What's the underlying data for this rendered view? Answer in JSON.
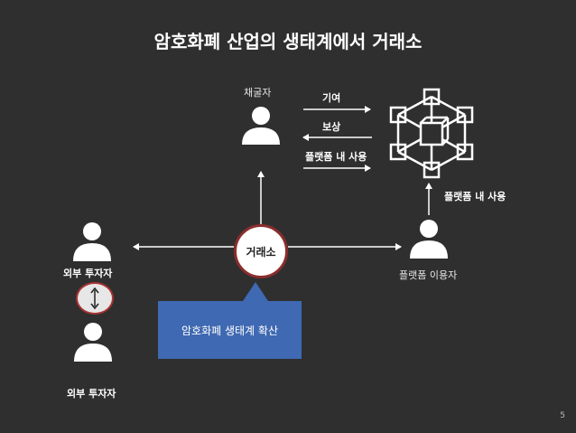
{
  "title": "암호화폐 산업의 생태계에서 거래소",
  "miner_label": "채굴자",
  "arrow_contribution": "기여",
  "arrow_reward": "보상",
  "arrow_platform_use_top": "플랫폼 내 사용",
  "arrow_platform_use_right": "플랫폼 내 사용",
  "platform_user_label": "플랫폼 이용자",
  "investor_top_label": "외부 투자자",
  "investor_bottom_label": "외부 투자자",
  "exchange_label": "거래소",
  "callout_text": "암호화폐 생태계 확산",
  "page_number": "5",
  "colors": {
    "background": "#2f2f2f",
    "callout": "#3f69b2",
    "exchange_border": "#8b2d2d"
  }
}
